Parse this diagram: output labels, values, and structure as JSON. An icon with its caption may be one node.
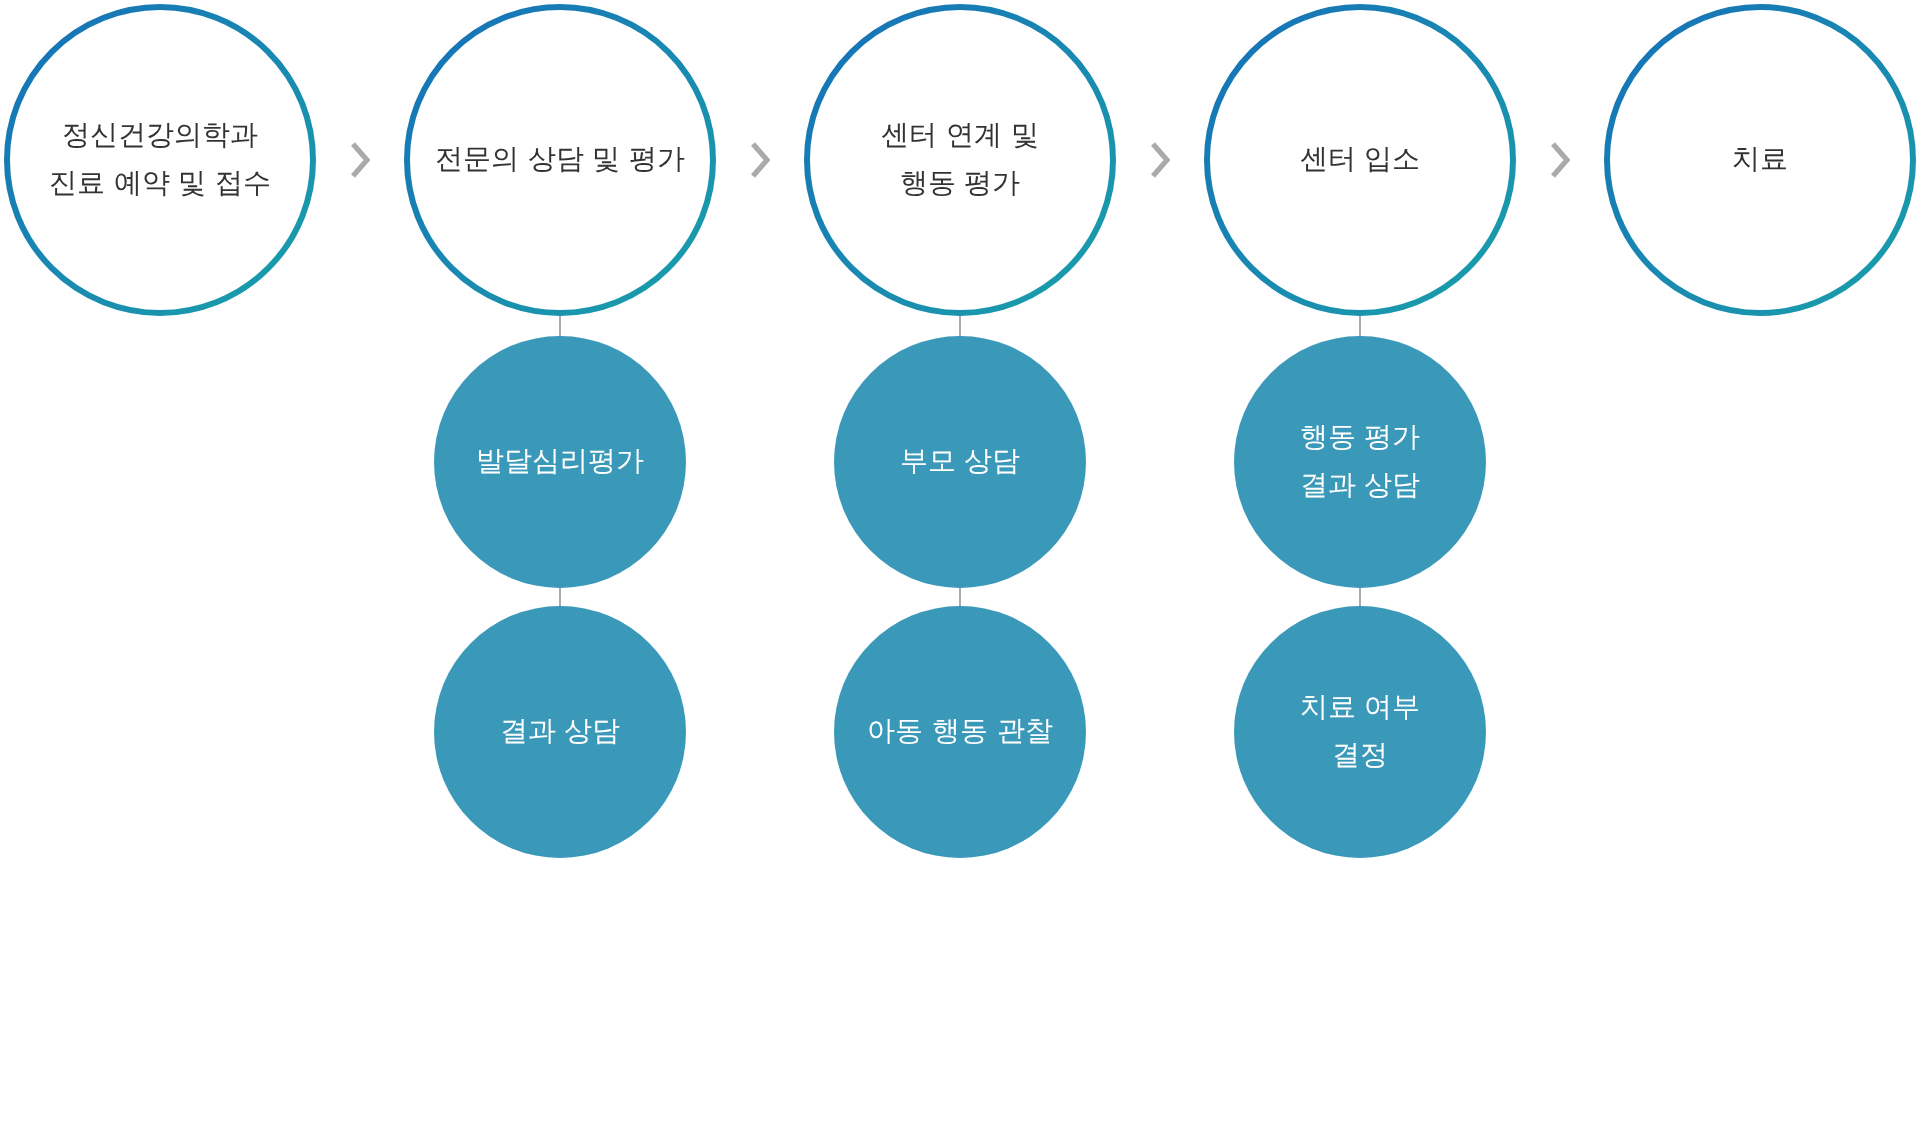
{
  "diagram": {
    "nodes": [
      {
        "text": [
          "정신건강의학과 진료 예약 및 접수"
        ]
      },
      {
        "text": [
          "전문의 상담 및 평가"
        ]
      },
      {
        "text": [
          "센터 연계 및 행동 평가"
        ]
      },
      {
        "text": [
          "센터 입소"
        ]
      },
      {
        "text": [
          "치료"
        ]
      },
      {
        "text": [
          "발달심리평가"
        ]
      },
      {
        "text": [
          "결과 상담"
        ]
      },
      {
        "text": [
          "부모 상담"
        ]
      },
      {
        "text": [
          "아동 행동 관찰"
        ]
      },
      {
        "text": [
          "행동 평가 결과 상담"
        ]
      },
      {
        "text": [
          "치료 여부 결정"
        ]
      }
    ],
    "edges": [
      {
        "from": 0,
        "to": 1,
        "arrow": "to",
        "style": "thick"
      },
      {
        "from": 1,
        "to": 2,
        "arrow": "to",
        "style": "thick"
      },
      {
        "from": 2,
        "to": 3,
        "arrow": "to",
        "style": "thick"
      },
      {
        "from": 3,
        "to": 4,
        "arrow": "to",
        "style": "thick"
      },
      {
        "from": 1,
        "to": 5,
        "arrow": "none"
      },
      {
        "from": 5,
        "to": 6,
        "arrow": "none"
      },
      {
        "from": 2,
        "to": 7,
        "arrow": "none"
      },
      {
        "from": 7,
        "to": 8,
        "arrow": "none"
      },
      {
        "from": 3,
        "to": 9,
        "arrow": "none"
      },
      {
        "from": 9,
        "to": 10,
        "arrow": "none"
      }
    ]
  }
}
